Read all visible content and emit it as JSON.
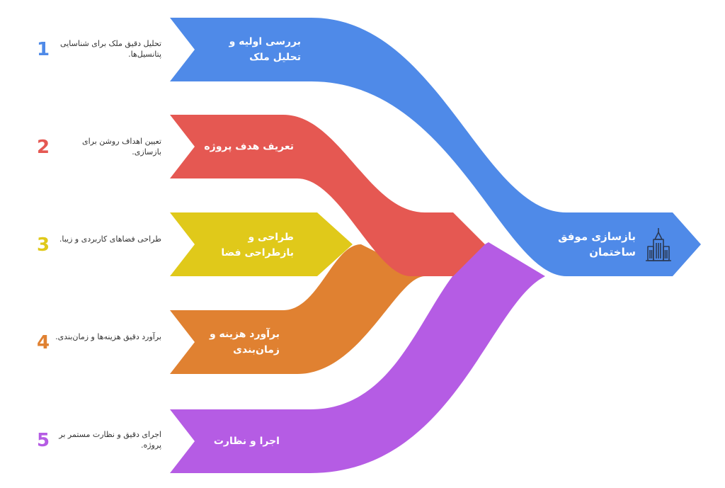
{
  "colors": {
    "blue": "#4f8ae8",
    "red": "#e55852",
    "yellow": "#e0c91a",
    "orange": "#e08131",
    "purple": "#b55ce4",
    "background": "#ffffff"
  },
  "stages": [
    {
      "number": "1",
      "title": "بررسی اولیه و تحلیل ملک",
      "description": "تحلیل دقیق ملک برای شناسایی پتانسیل‌ها."
    },
    {
      "number": "2",
      "title": "تعریف هدف پروژه",
      "description": "تعیین اهداف روشن برای بازسازی."
    },
    {
      "number": "3",
      "title": "طراحی و بازطراحی فضا",
      "description": "طراحی فضاهای کاربردی و زیبا."
    },
    {
      "number": "4",
      "title": "برآورد هزینه و زمان‌بندی",
      "description": "برآورد دقیق هزینه‌ها و زمان‌بندی."
    },
    {
      "number": "5",
      "title": "اجرا و نظارت",
      "description": "اجرای دقیق و نظارت مستمر بر پروژه."
    }
  ],
  "goal": {
    "title": "بازسازی موفق ساختمان",
    "icon": "skyscraper-icon"
  }
}
